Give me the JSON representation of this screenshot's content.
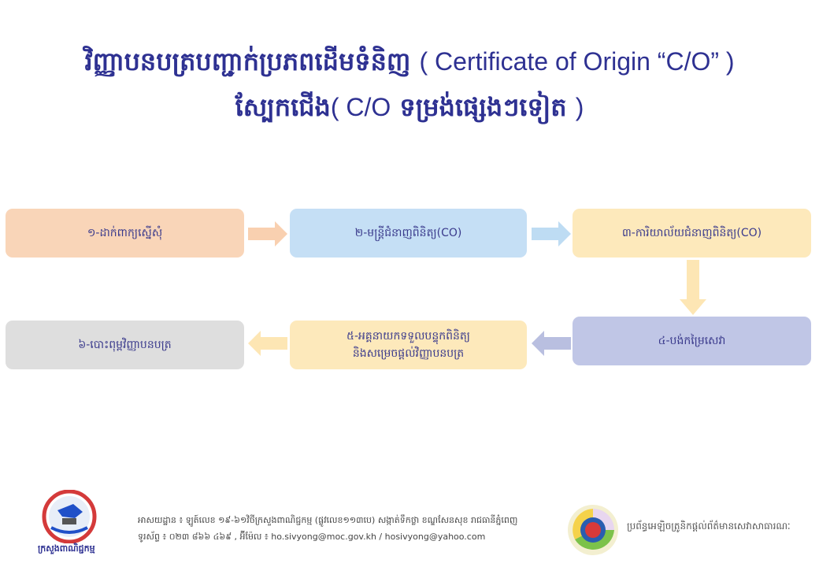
{
  "header": {
    "title_line1_khmer": "វិញ្ញាបនបត្របញ្ជាក់ប្រភពដើមទំនិញ",
    "title_line1_latin": "( Certificate of Origin “C/O” )",
    "title_line2_khmer_a": "ស្បែកជើង",
    "title_line2_latin": "( C/O",
    "title_line2_khmer_b": "ទម្រង់ផ្សេងៗទៀត",
    "title_line2_close": ")"
  },
  "steps": [
    {
      "label": "១-ដាក់ពាក្យស្នើសុំ",
      "color": "#f9d5b8"
    },
    {
      "label": "២-មន្រ្តីជំនាញពិនិត្យ(CO)",
      "color": "#c5dff5"
    },
    {
      "label": "៣-ការិយាល័យជំនាញពិនិត្យ(CO)",
      "color": "#fde9bb"
    },
    {
      "label": "៤-បង់កម្រៃសេវា",
      "color": "#c0c6e6"
    },
    {
      "label_line1": "៥-អគ្គនាយកទទួលបន្ទុកពិនិត្យ",
      "label_line2": "និងសម្រេចផ្តល់វិញ្ញាបនបត្រ",
      "color": "#fde9bb"
    },
    {
      "label": "៦-បោះពុម្ពវិញ្ញាបនបត្រ",
      "color": "#dedede"
    }
  ],
  "footer": {
    "ministry_logo_text": "ក្រសួងពាណិជ្ជកម្ម",
    "address": "អាសយដ្ឋាន ៖ ឡូត៍លេខ ១៩-៦១វិថីក្រសួងពាណិជ្ជកម្ម (ផ្លូវលេខ១១៣បេ) សង្កាត់ទឹកថ្លា ខណ្ឌសែនសុខ រាជធានីភ្នំពេញ",
    "contact": "ទូរស័ព្ទ ៖ ០២៣ ៨៦៦ ៤៦៩ , អ៊ីម៉ែល ៖ ho.sivyong@moc.gov.kh / hosivyong@yahoo.com",
    "portal_text": "ប្រព័ន្ធអេឡិចត្រូនិកផ្តល់ព័ត៌មានសេវាសាធារណៈ"
  }
}
